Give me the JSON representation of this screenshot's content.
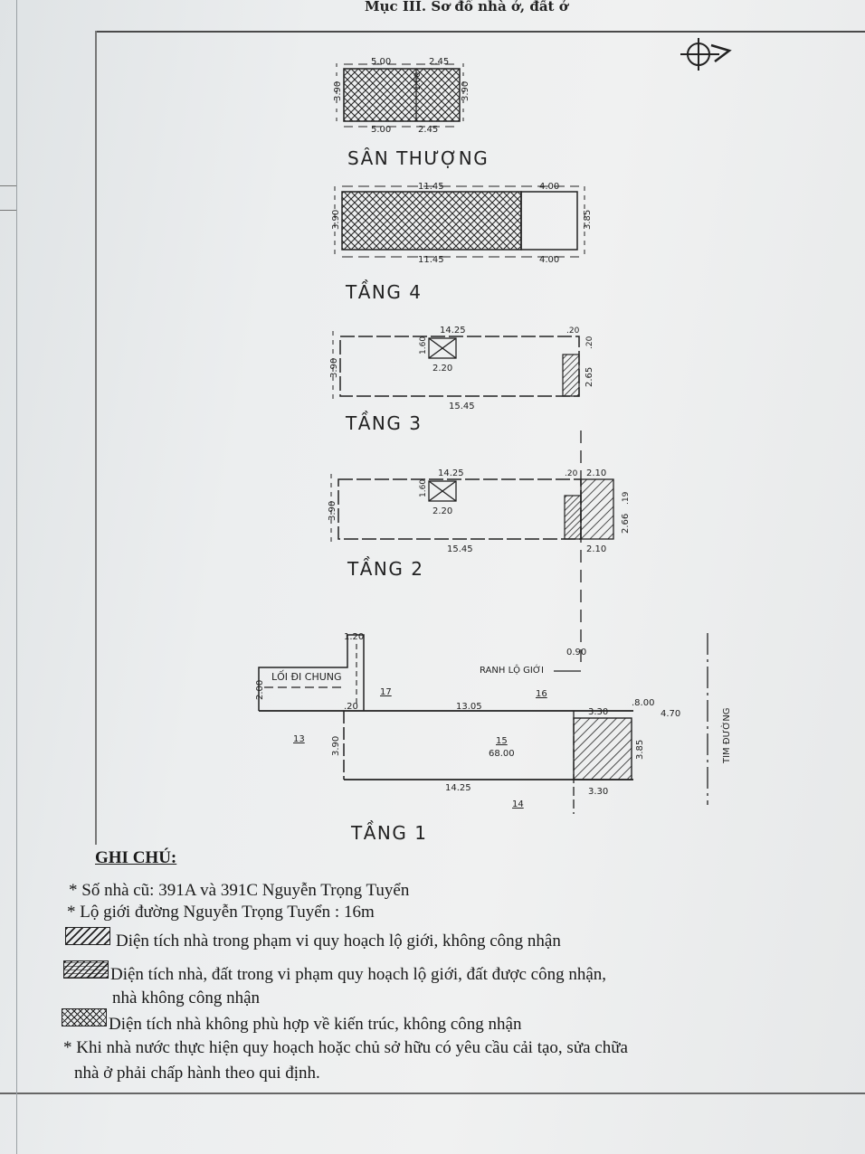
{
  "heading": "Mục III. Sơ đồ nhà ở, đất ở",
  "floors": {
    "san_thuong": {
      "title": "SÂN THƯỢNG",
      "dims": [
        "5.00",
        "2.45",
        "3.90",
        "1.60",
        "3.90",
        "5.00",
        "2.45"
      ]
    },
    "tang4": {
      "title": "TẦNG 4",
      "dims": [
        "11.45",
        "4.00",
        "3.90",
        "3.85",
        "11.45",
        "4.00"
      ]
    },
    "tang3": {
      "title": "TẦNG 3",
      "dims": [
        "14.25",
        ".20",
        "3.90",
        "1.60",
        "2.20",
        "2.65",
        ".20",
        "15.45"
      ]
    },
    "tang2": {
      "title": "TẦNG 2",
      "dims": [
        "14.25",
        ".20",
        "2.10",
        "3.90",
        "1.60",
        "2.20",
        "2.66",
        ".19",
        "2.10",
        "15.45"
      ]
    },
    "tang1": {
      "title": "TẦNG 1",
      "dims": [
        "1.20",
        "2.00",
        ".20",
        "13.05",
        "3.30",
        "0.90",
        ".8.00",
        "4.70",
        "3.90",
        "3.85",
        "14.25",
        "3.30"
      ],
      "labels": {
        "loi_di_chung": "LỐI ĐI CHUNG",
        "ranh_lo_gioi": "RANH LỘ GIỚI",
        "tim_duong": "TIM ĐƯỜNG",
        "lot_17": "17",
        "lot_16": "16",
        "lot_13": "13",
        "lot_15": "15",
        "area_15": "68.00",
        "lot_14": "14"
      }
    }
  },
  "notes": {
    "title": "GHI CHÚ:",
    "so_nha": "* Số nhà cũ: 391A và 391C Nguyễn Trọng Tuyển",
    "lo_gioi": "* Lộ giới đường Nguyễn Trọng Tuyển : 16m",
    "legend1": "Diện tích nhà trong phạm vi quy hoạch  lộ giới,  không công nhận",
    "legend2_line1": "Diện tích nhà, đất trong vi phạm quy hoạch lộ giới, đất được công nhận,",
    "legend2_line2": "nhà không công nhận",
    "legend3": "Diện  tích nhà không phù hợp về kiến trúc, không công nhận",
    "khi_nha_line1": "* Khi nhà nước thực hiện quy hoạch hoặc chủ sở hữu có yêu cầu cải tạo, sửa chữa",
    "khi_nha_line2": "nhà ở phải chấp hành theo qui định."
  }
}
